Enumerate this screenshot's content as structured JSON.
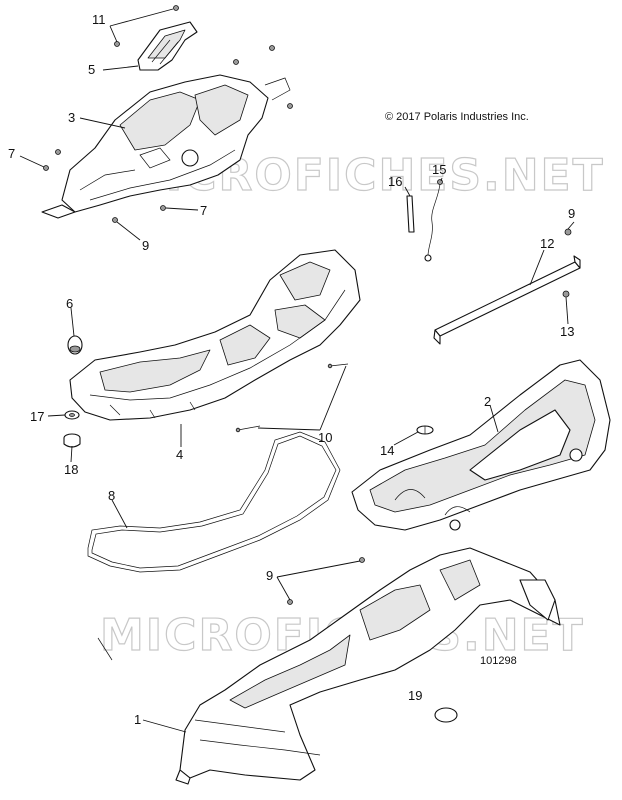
{
  "copyright": "© 2017 Polaris Industries Inc.",
  "figure_number": "101298",
  "watermarks": [
    "MICROFICHES.NET",
    "MICROFICHES.NET"
  ],
  "callouts": [
    {
      "id": "c11",
      "label": "11"
    },
    {
      "id": "c5",
      "label": "5"
    },
    {
      "id": "c3",
      "label": "3"
    },
    {
      "id": "c7a",
      "label": "7"
    },
    {
      "id": "c7b",
      "label": "7"
    },
    {
      "id": "c9a",
      "label": "9"
    },
    {
      "id": "c16",
      "label": "16"
    },
    {
      "id": "c15",
      "label": "15"
    },
    {
      "id": "c9b",
      "label": "9"
    },
    {
      "id": "c12",
      "label": "12"
    },
    {
      "id": "c13",
      "label": "13"
    },
    {
      "id": "c6",
      "label": "6"
    },
    {
      "id": "c17",
      "label": "17"
    },
    {
      "id": "c18",
      "label": "18"
    },
    {
      "id": "c4",
      "label": "4"
    },
    {
      "id": "c10",
      "label": "10"
    },
    {
      "id": "c2",
      "label": "2"
    },
    {
      "id": "c14",
      "label": "14"
    },
    {
      "id": "c8",
      "label": "8"
    },
    {
      "id": "c9c",
      "label": "9"
    },
    {
      "id": "c1",
      "label": "1"
    },
    {
      "id": "c19",
      "label": "19"
    }
  ]
}
